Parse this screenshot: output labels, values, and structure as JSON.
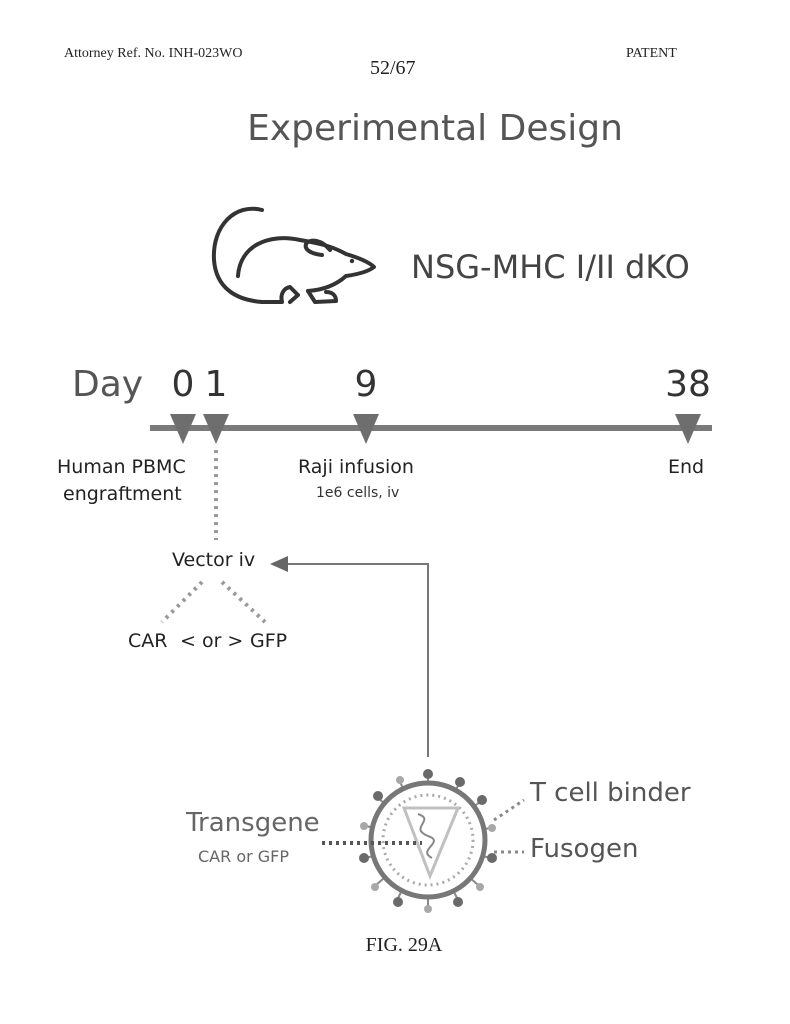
{
  "header": {
    "left": "Attorney Ref. No. INH-023WO",
    "page": "52/67",
    "right": "PATENT"
  },
  "title": "Experimental Design",
  "mouse": {
    "icon": "mouse-icon",
    "label": "NSG-MHC I/II dKO"
  },
  "timeline": {
    "axis_label": "Day",
    "days": [
      "0",
      "1",
      "9",
      "38"
    ],
    "events": {
      "day0": {
        "line1": "Human PBMC",
        "line2": "engraftment"
      },
      "day9": {
        "line1": "Raji infusion",
        "sub": "1e6 cells, iv"
      },
      "day38": {
        "line1": "End"
      }
    }
  },
  "vector": {
    "label": "Vector iv",
    "options": [
      "CAR",
      "< or >",
      "GFP"
    ]
  },
  "particle": {
    "icon": "viral-particle-icon",
    "transgene_label": "Transgene",
    "transgene_sub": "CAR or GFP",
    "binder_label": "T cell binder",
    "fusogen_label": "Fusogen"
  },
  "caption": "FIG. 29A"
}
